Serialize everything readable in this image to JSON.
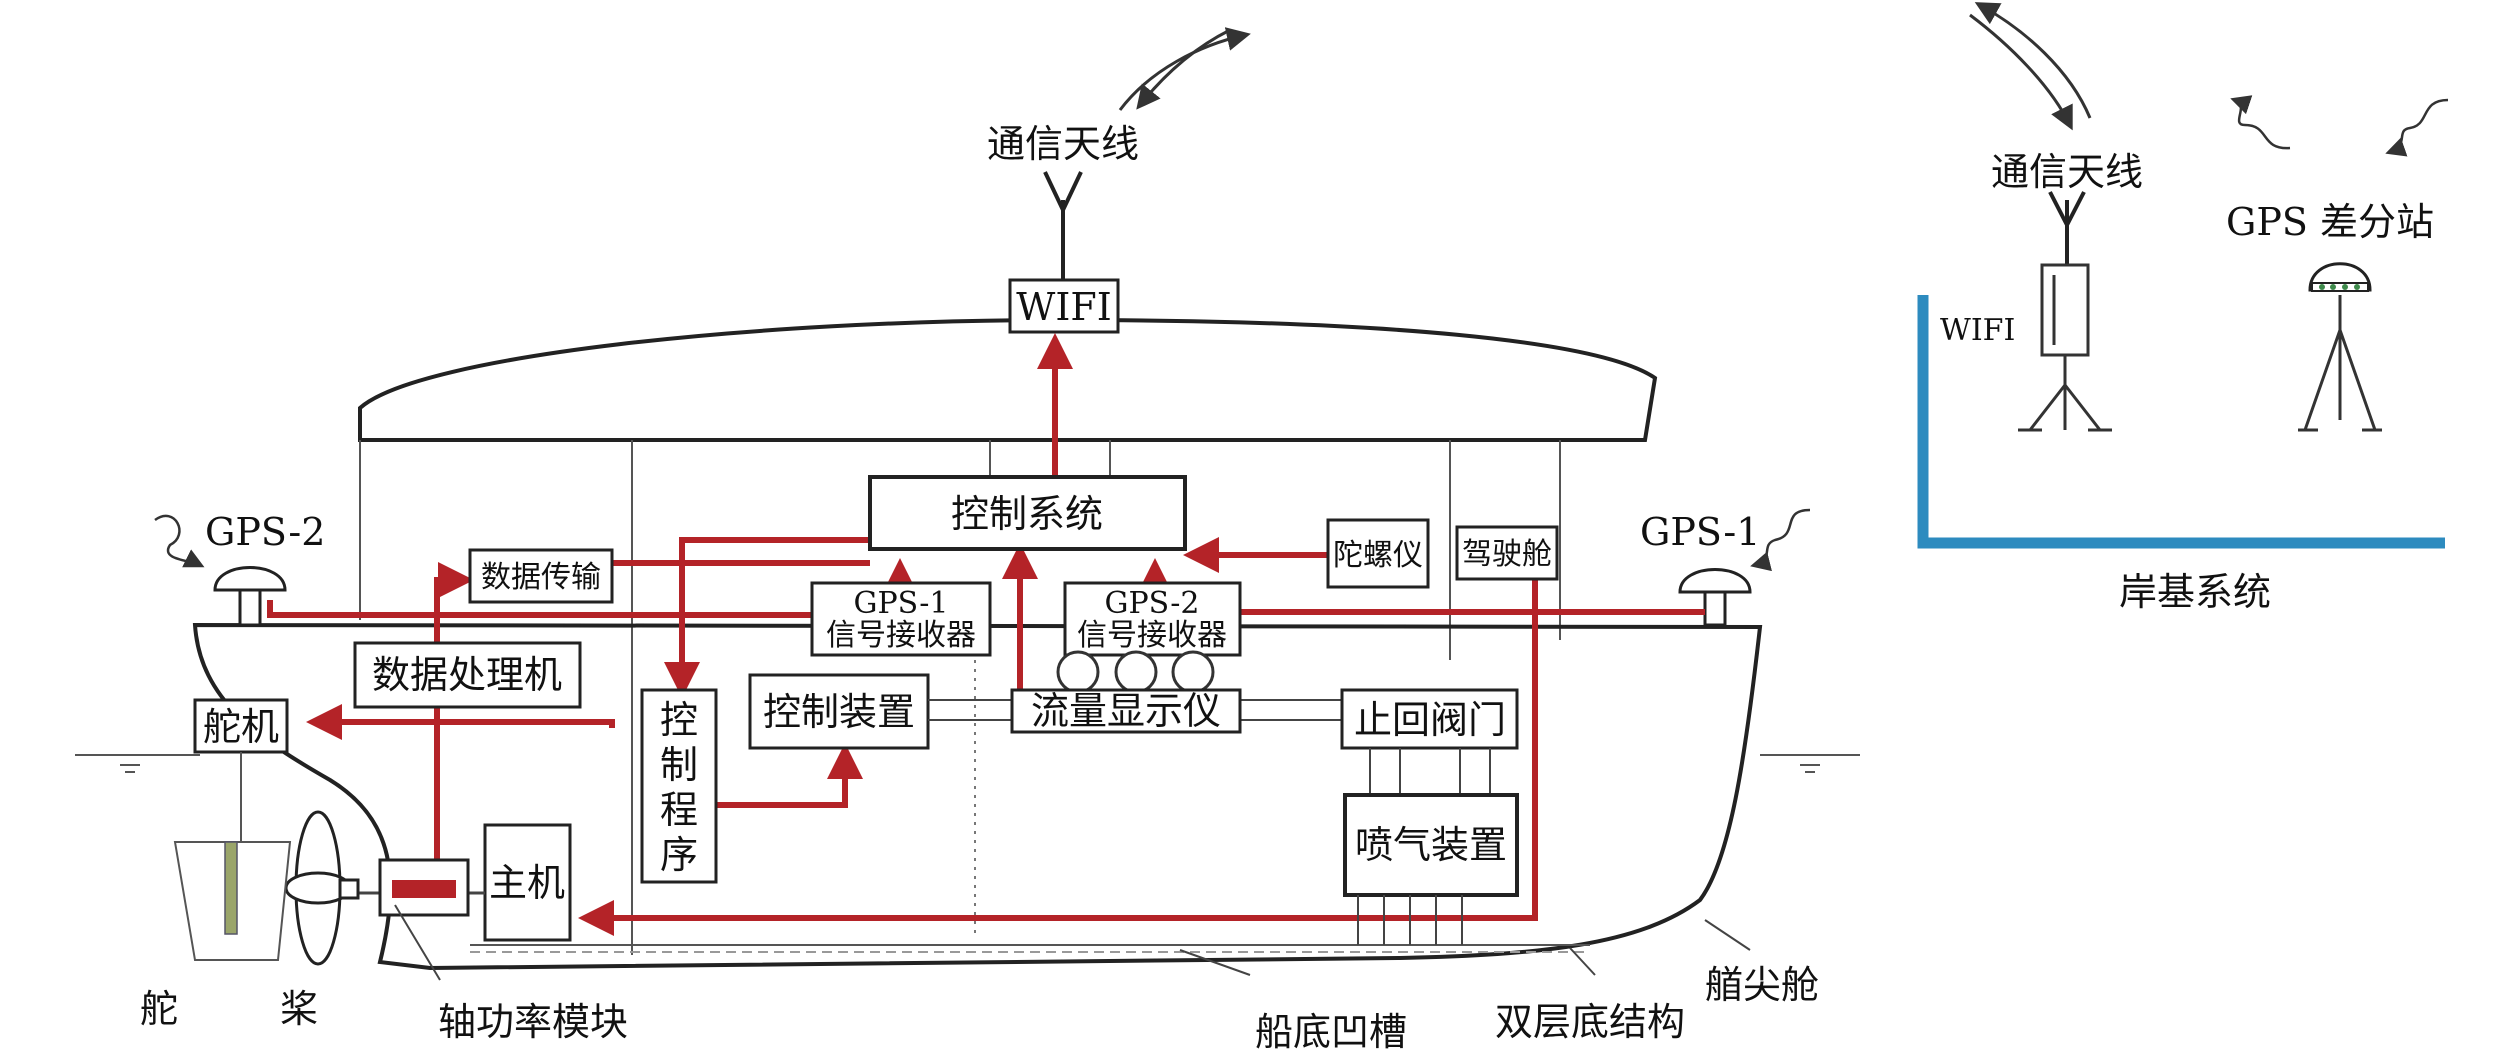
{
  "colors": {
    "signal_line": "#b42328",
    "shore_wall": "#2d8bbf",
    "outline": "#222222",
    "rudder": "#9aa56a",
    "gps_dot": "#3d8a4a"
  },
  "icons": [
    "antenna-icon",
    "gps-antenna-icon",
    "wave-signal-icon",
    "propeller-icon",
    "rudder-icon",
    "waterline-icon",
    "tripod-icon"
  ],
  "ship": {
    "antenna_label": "通信天线",
    "wifi_label": "WIFI",
    "gps2_label": "GPS-2",
    "gps1_label": "GPS-1",
    "control_system": "控制系统",
    "data_transfer": "数据传输",
    "gyroscope": "陀螺仪",
    "bridge": "驾驶舱",
    "gps1_receiver_line1": "GPS-1",
    "gps1_receiver_line2": "信号接收器",
    "gps2_receiver_line1": "GPS-2",
    "gps2_receiver_line2": "信号接收器",
    "data_processor": "数据处理机",
    "steering_gear": "舵机",
    "control_program": [
      "控",
      "制",
      "程",
      "序"
    ],
    "control_device": "控制装置",
    "flow_display": "流量显示仪",
    "check_valve": "止回阀门",
    "air_injection": "喷气装置",
    "main_engine": "主机"
  },
  "callouts": {
    "rudder": "舵",
    "propeller": "桨",
    "shaft_power_module": "轴功率模块",
    "bottom_groove": "船底凹槽",
    "double_bottom": "双层底结构",
    "fore_peak": "艏尖舱"
  },
  "shore": {
    "antenna_label": "通信天线",
    "gps_station_label": "GPS 差分站",
    "wifi_label": "WIFI",
    "system_label": "岸基系统"
  }
}
